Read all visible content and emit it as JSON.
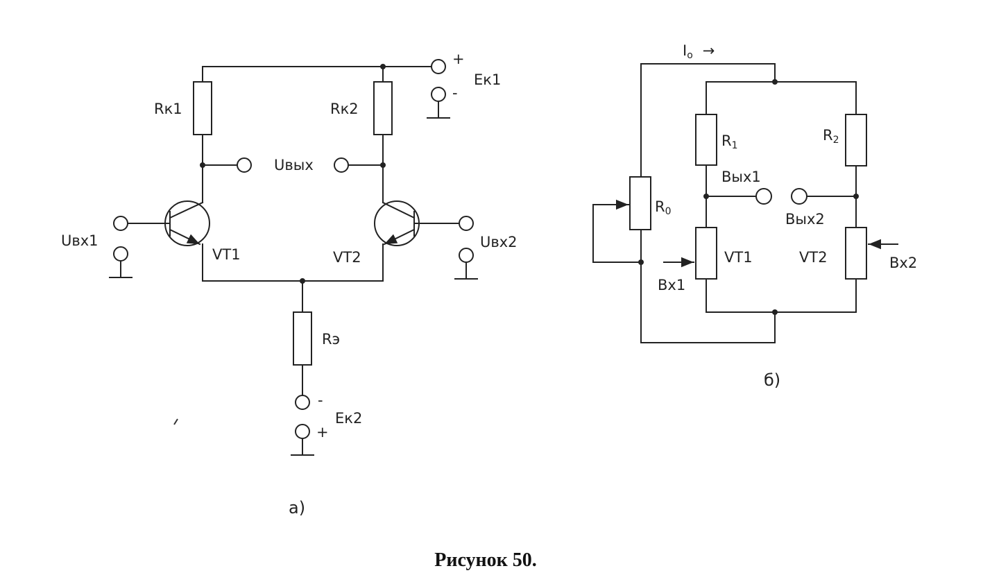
{
  "figure_caption": "Рисунок 50.",
  "diagram_a": {
    "tag": "а)",
    "labels": {
      "rk1": "Rк1",
      "rk2": "Rк2",
      "ek1": "Eк1",
      "ek1_plus": "+",
      "ek1_minus": "-",
      "uvyh": "Uвых",
      "uvh1": "Uвх1",
      "uvh2": "Uвх2",
      "vt1": "VT1",
      "vt2": "VT2",
      "re": "Rэ",
      "ek2": "Eк2",
      "ek2_minus": "-",
      "ek2_plus": "+"
    }
  },
  "diagram_b": {
    "tag": "б)",
    "labels": {
      "i0": "I",
      "i0_sub": "o",
      "i0_arrow": "→",
      "r1": "R",
      "r1_sub": "1",
      "r2": "R",
      "r2_sub": "2",
      "r0": "R",
      "r0_sub": "0",
      "vyh1": "Bых1",
      "vyh2": "Bых2",
      "vt1": "VT1",
      "vt2": "VT2",
      "vh1": "Bх1",
      "vh2": "Bх2"
    }
  }
}
